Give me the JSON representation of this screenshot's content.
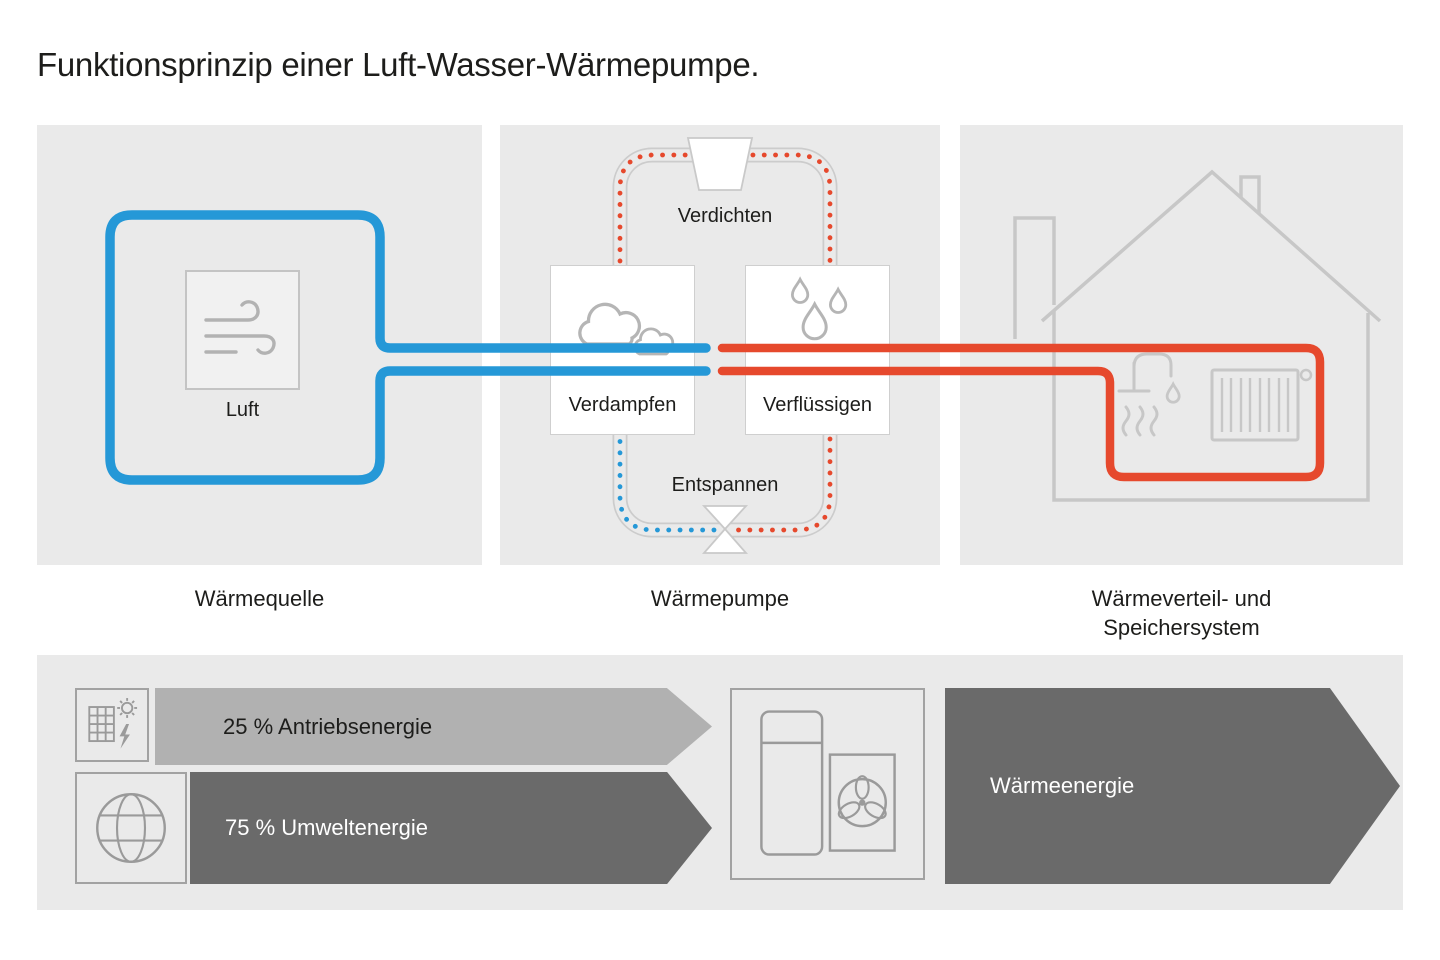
{
  "title": "Funktionsprinzip einer Luft-Wasser-Wärmepumpe.",
  "source_panel": {
    "caption": "Wärmequelle",
    "air_label": "Luft"
  },
  "pump_panel": {
    "caption": "Wärmepumpe",
    "compress_label": "Verdichten",
    "evaporate_label": "Verdampfen",
    "condense_label": "Verflüssigen",
    "expand_label": "Entspannen"
  },
  "distribution_panel": {
    "caption": "Wärmeverteil- und Speichersystem"
  },
  "energy_flow": {
    "drive_label": "25 % Antriebsenergie",
    "environment_label": "75 % Umweltenergie",
    "output_label": "Wärmeenergie"
  },
  "icons": {
    "source": "wind-icon",
    "evaporate": "steam-clouds-icon",
    "condense": "water-drops-icon",
    "compressor": "compressor-trapezoid",
    "expansion": "expansion-valve-bowtie",
    "distribution": [
      "house-icon",
      "tap-icon",
      "radiator-icon"
    ],
    "drive_energy": "solar-panel-sun-bolt-icon",
    "environment_energy": "globe-icon",
    "pump_unit": "heat-pump-unit-fan-icon"
  },
  "colors": {
    "accent_blue": "#2598d7",
    "accent_red": "#e6492d",
    "panel_gray": "#eaeaea",
    "arrow_dark": "#6a6a6a",
    "arrow_light": "#b1b1b1"
  }
}
